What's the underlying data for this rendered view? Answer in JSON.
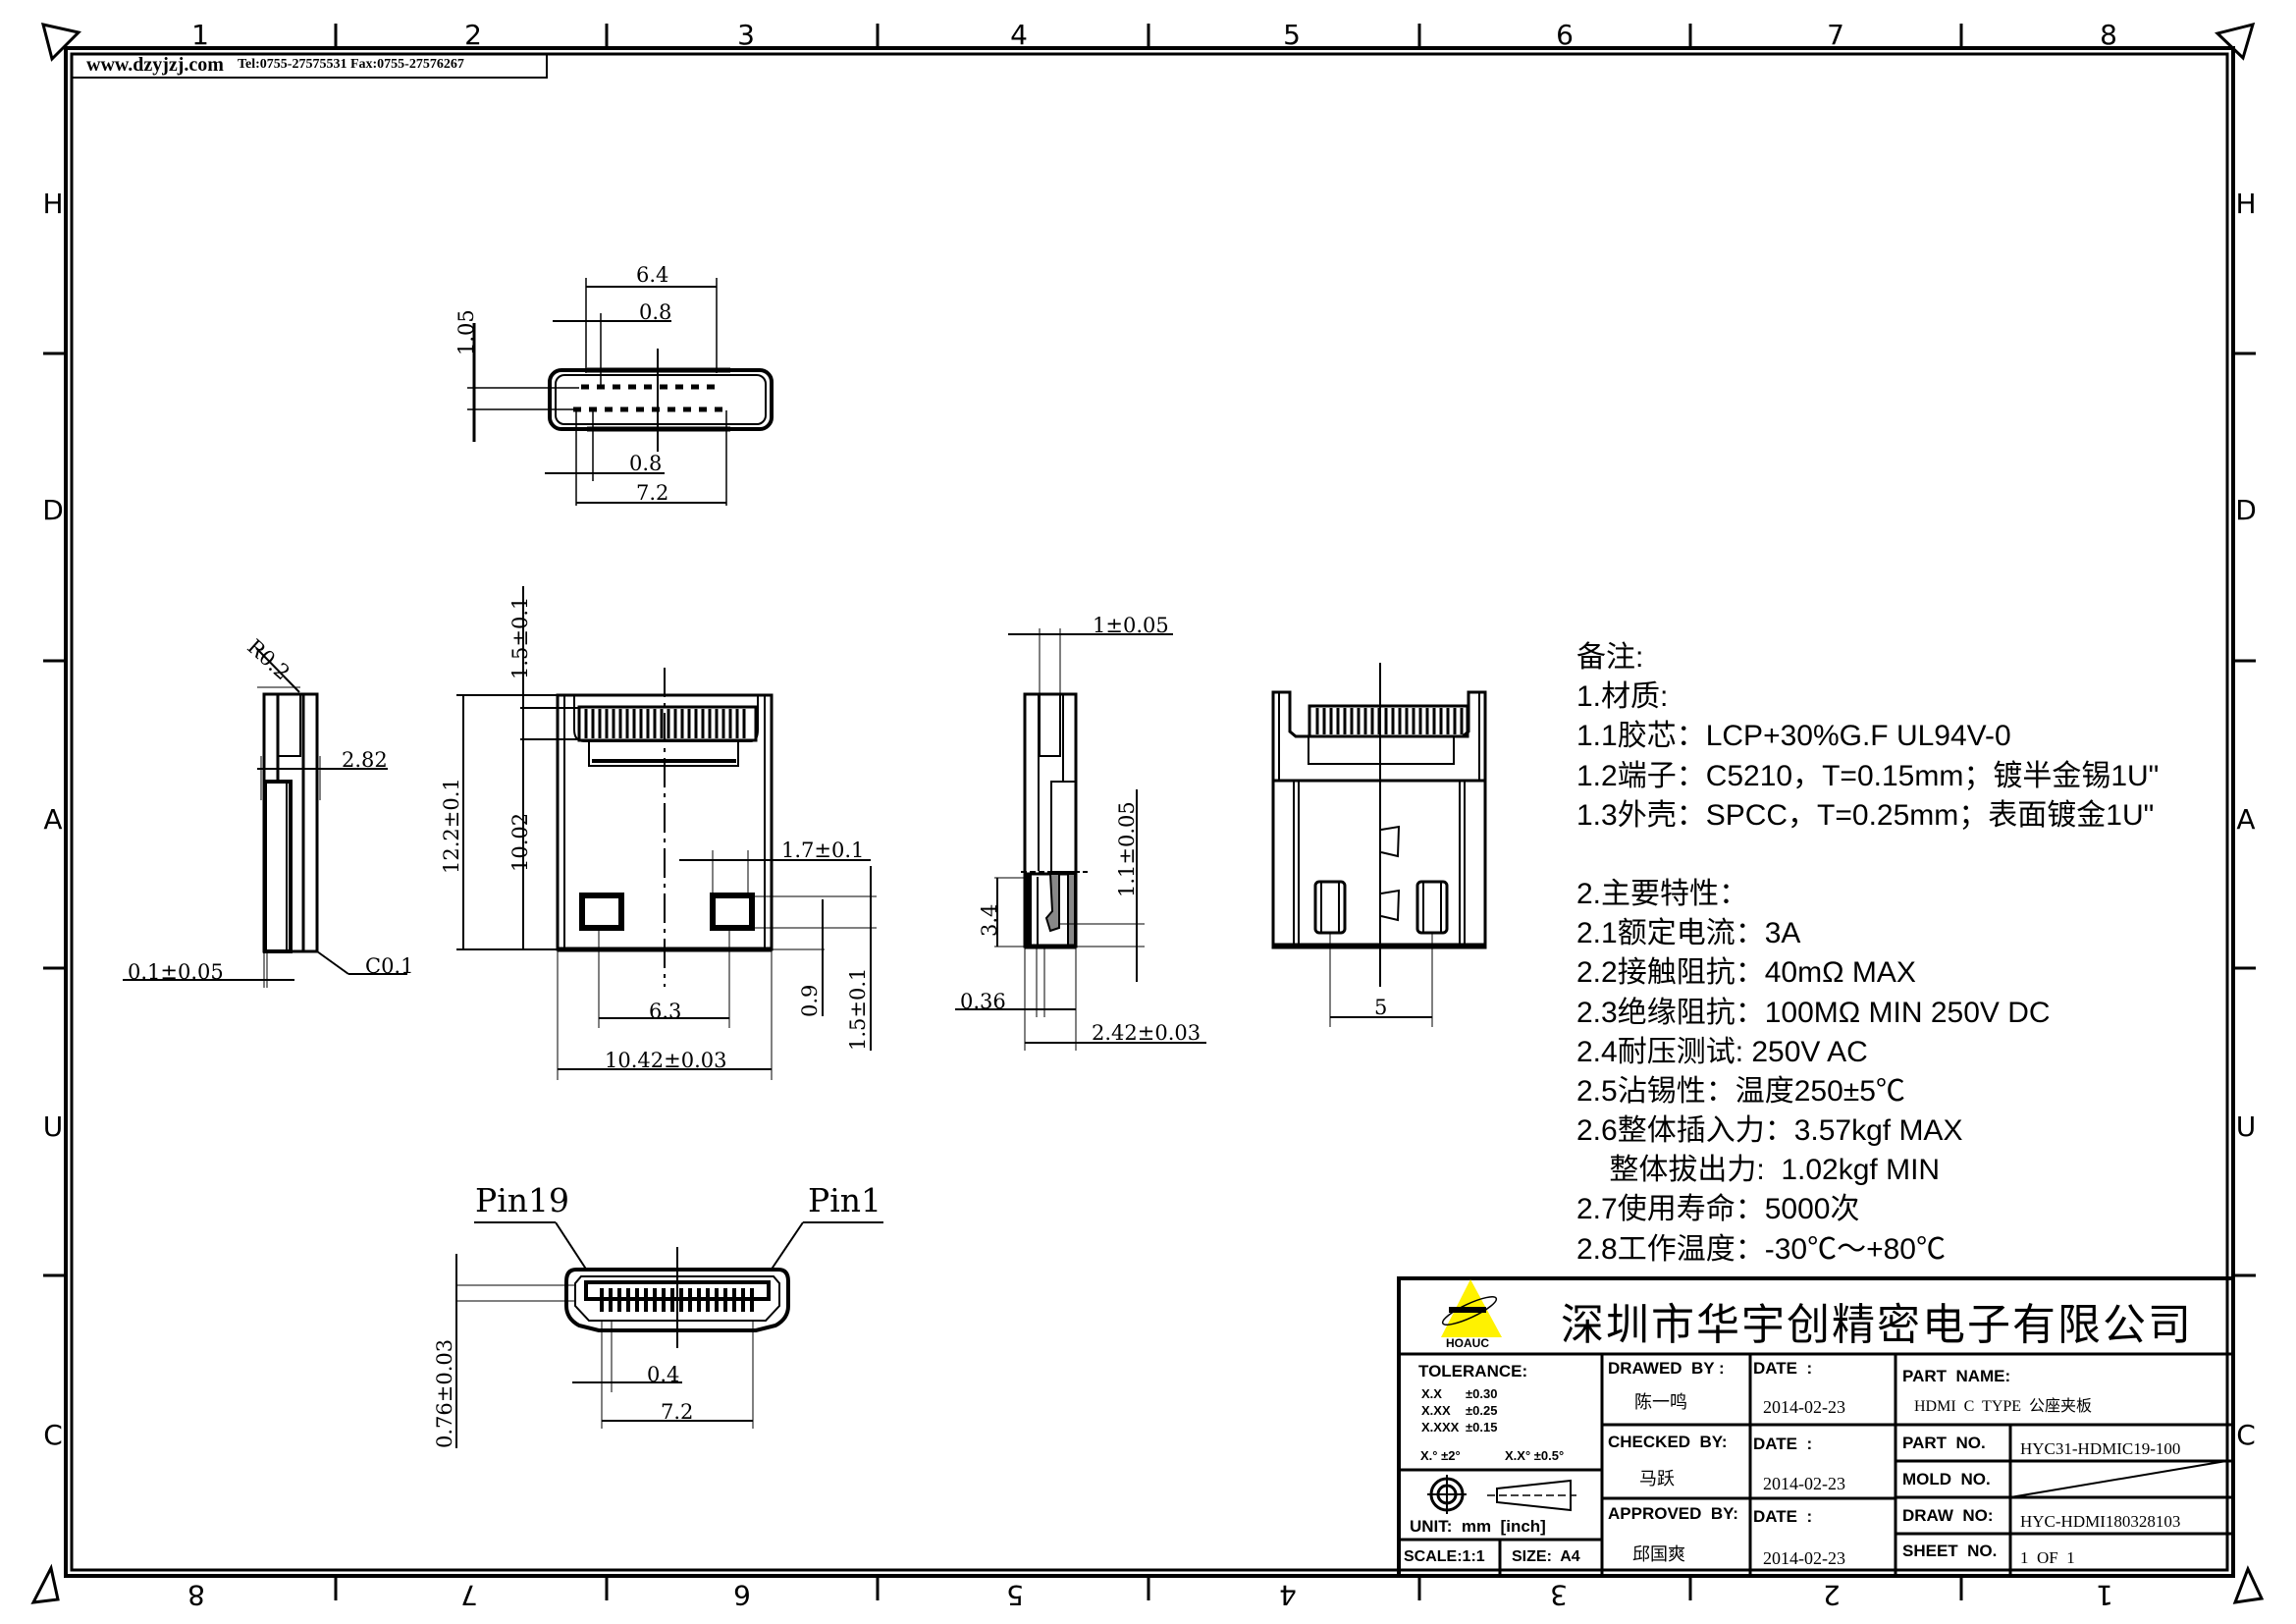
{
  "header": {
    "url": "www.dzyjzj.com",
    "contact": "Tel:0755-27575531  Fax:0755-27576267"
  },
  "border": {
    "top_numbers": [
      "1",
      "2",
      "3",
      "4",
      "5",
      "6",
      "7",
      "8"
    ],
    "bottom_numbers": [
      "8",
      "7",
      "6",
      "5",
      "4",
      "3",
      "2",
      "1"
    ],
    "left_letters": [
      "H",
      "D",
      "A",
      "U",
      "C"
    ],
    "right_letters": [
      "H",
      "D",
      "A",
      "U",
      "C"
    ]
  },
  "views": {
    "top_view": {
      "dims": {
        "overall_top": "6.4",
        "pitch_top": "0.8",
        "row_offset": "1.05",
        "pitch_bottom": "0.8",
        "overall_bottom": "7.2"
      }
    },
    "left_side_view": {
      "dims": {
        "radius": "R0.2",
        "thickness": "2.82",
        "gap": "0.1±0.05",
        "chamfer": "C0.1"
      }
    },
    "front_view": {
      "dims": {
        "top_offset": "1.5±0.1",
        "overall_height": "12.2±0.1",
        "body_height": "10.02",
        "tab_width": "1.7±0.1",
        "tab_height": "0.9",
        "tab_bottom": "1.5±0.1",
        "tab_pitch": "6.3",
        "overall_width": "10.42±0.03"
      }
    },
    "right_side_view": {
      "dims": {
        "slot_width": "1±0.05",
        "leg_length": "3.4",
        "tip_offset": "1.1±0.05",
        "wall": "0.36",
        "overall_thickness": "2.42±0.03"
      }
    },
    "rear_view": {
      "dims": {
        "tab_pitch": "5"
      }
    },
    "plug_face_view": {
      "pin_left": "Pin19",
      "pin_right": "Pin1",
      "dims": {
        "height": "0.76±0.03",
        "pitch": "0.4",
        "width": "7.2"
      }
    }
  },
  "notes": {
    "title": "备注:",
    "lines": [
      "1.材质:",
      "1.1胶芯：LCP+30%G.F UL94V-0",
      "1.2端子：C5210，T=0.15mm；镀半金锡1U\"",
      "1.3外壳：SPCC，T=0.25mm；表面镀金1U\""
    ],
    "lines2": [
      "2.主要特性：",
      "2.1额定电流：3A",
      "2.2接触阻抗：40mΩ MAX",
      "2.3绝缘阻抗：100MΩ MIN 250V DC",
      "2.4耐压测试: 250V AC",
      "2.5沾锡性：温度250±5℃",
      "2.6整体插入力：3.57kgf MAX",
      "    整体拔出力:  1.02kgf MIN",
      "2.7使用寿命：5000次",
      "2.8工作温度：-30℃～+80℃"
    ]
  },
  "title_block": {
    "logo_text": "HOAUC",
    "logo_color": "#FFF200",
    "company": "深圳市华宇创精密电子有限公司",
    "tolerance": {
      "label": "TOLERANCE:",
      "rows": [
        {
          "k": "X.X",
          "v": "±0.30"
        },
        {
          "k": "X.XX",
          "v": "±0.25"
        },
        {
          "k": "X.XXX",
          "v": "±0.15"
        }
      ],
      "angle1": "X.° ±2°",
      "angle2": "X.X° ±0.5°"
    },
    "unit": "UNIT:  mm  [inch]",
    "scale": "SCALE:1:1",
    "size": "SIZE:  A4",
    "drawed_by_label": "DRAWED  BY :",
    "drawed_by": "陈一鸣",
    "checked_by_label": "CHECKED  BY:",
    "checked_by": "马跃",
    "approved_by_label": "APPROVED  BY:",
    "approved_by": "邱国爽",
    "date_label": "DATE  :",
    "date1": "2014-02-23",
    "date2": "2014-02-23",
    "date3": "2014-02-23",
    "part_name_label": "PART  NAME:",
    "part_name": "HDMI  C  TYPE  公座夹板",
    "part_no_label": "PART  NO.",
    "part_no": "HYC31-HDMIC19-100",
    "mold_no_label": "MOLD  NO.",
    "mold_no": "",
    "draw_no_label": "DRAW  NO:",
    "draw_no": "HYC-HDMI180328103",
    "sheet_no_label": "SHEET  NO.",
    "sheet_no": "1  OF  1"
  }
}
